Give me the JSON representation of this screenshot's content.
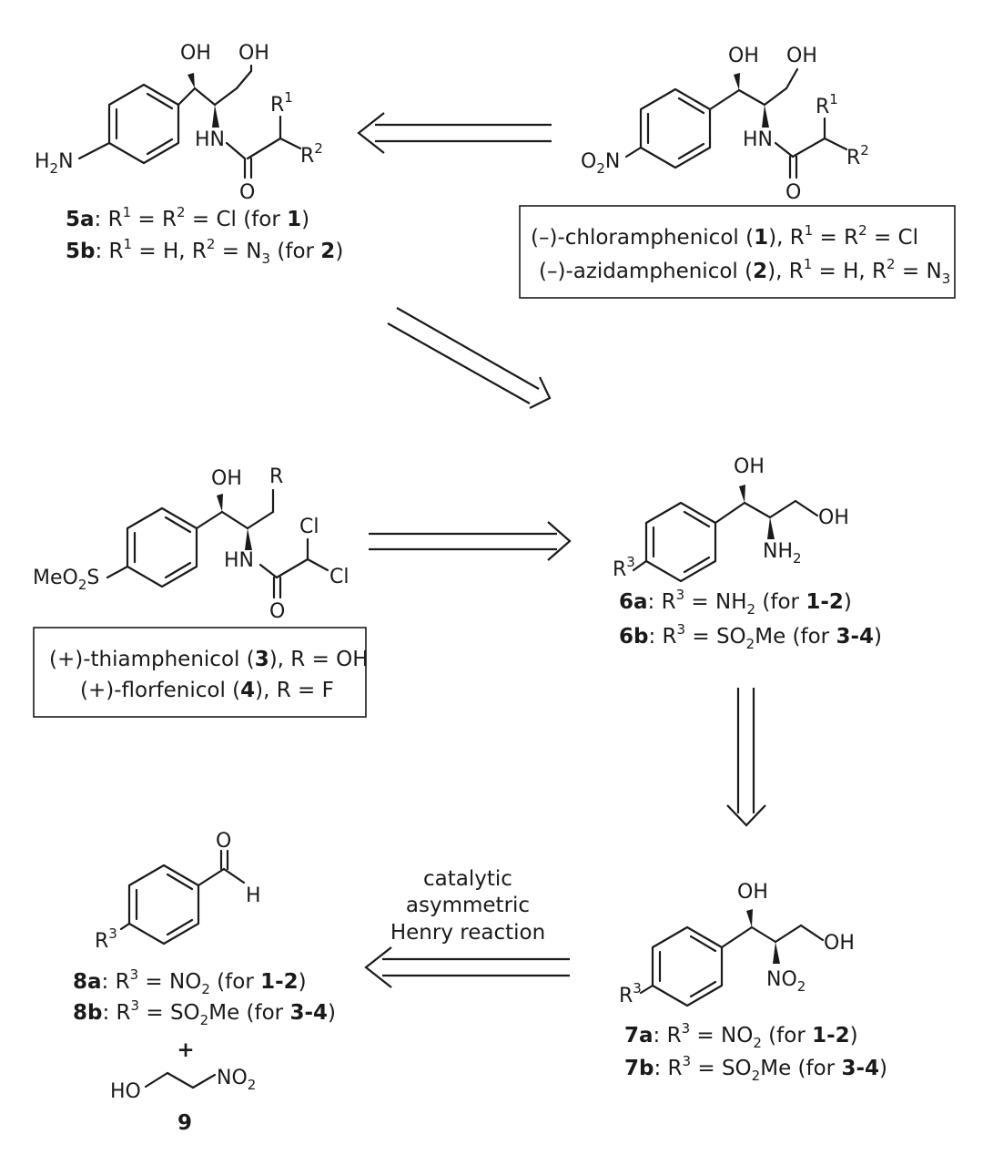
{
  "structures": {
    "s5": {
      "oh1": "OH",
      "oh2": "OH",
      "nh2": "H",
      "nh2_n": "N",
      "nh2_sub": "2",
      "hn": "HN",
      "o": "O",
      "r1": "R",
      "r1_sup": "1",
      "r2": "R",
      "r2_sup": "2",
      "line_a": {
        "id": "5a",
        "t1": ": R",
        "s1": "1",
        "t2": " = R",
        "s2": "2",
        "t3": " = Cl (for ",
        "ref": "1",
        "t4": ")"
      },
      "line_b": {
        "id": "5b",
        "t1": ": R",
        "s1": "1",
        "t2": " = H, R",
        "s2": "2",
        "t3": " = N",
        "sub": "3",
        "t4": " (for ",
        "ref": "2",
        "t5": ")"
      }
    },
    "s1": {
      "oh1": "OH",
      "oh2": "OH",
      "o2n_o": "O",
      "o2n_sub": "2",
      "o2n_n": "N",
      "hn": "HN",
      "o": "O",
      "r1": "R",
      "r1_sup": "1",
      "r2": "R",
      "r2_sup": "2",
      "box_line1": {
        "t1": "(–)-chloramphenicol (",
        "ref": "1",
        "t2": "),  R",
        "s1": "1",
        "t3": " = R",
        "s2": "2",
        "t4": " = Cl"
      },
      "box_line2": {
        "t1": "(–)-azidamphenicol (",
        "ref": "2",
        "t2": "), R",
        "s1": "1",
        "t3": " = H, R",
        "s2": "2",
        "t4": " = N",
        "sub": "3"
      }
    },
    "s3": {
      "oh": "OH",
      "r": "R",
      "cl1": "Cl",
      "cl2": "Cl",
      "meo2s_a": "MeO",
      "meo2s_sub": "2",
      "meo2s_b": "S",
      "hn": "HN",
      "o": "O",
      "box_line1": {
        "t1": "(+)-thiamphenicol (",
        "ref": "3",
        "t2": "), R = OH"
      },
      "box_line2": {
        "t1": "(+)-florfenicol (",
        "ref": "4",
        "t2": "), R = F"
      }
    },
    "s6": {
      "oh1": "OH",
      "oh2": "OH",
      "nh": "NH",
      "nh_sub": "2",
      "r3": "R",
      "r3_sup": "3",
      "line_a": {
        "id": "6a",
        "t1": ": R",
        "s1": "3",
        "t2": " = NH",
        "sub": "2",
        "t3": " (for ",
        "ref": "1-2",
        "t4": ")"
      },
      "line_b": {
        "id": "6b",
        "t1": ": R",
        "s1": "3",
        "t2": " = SO",
        "sub": "2",
        "t3": "Me (for ",
        "ref": "3-4",
        "t4": ")"
      }
    },
    "s7": {
      "oh1": "OH",
      "oh2": "OH",
      "no": "NO",
      "no_sub": "2",
      "r3": "R",
      "r3_sup": "3",
      "line_a": {
        "id": "7a",
        "t1": ": R",
        "s1": "3",
        "t2": " = NO",
        "sub": "2",
        "t3": " (for ",
        "ref": "1-2",
        "t4": ")"
      },
      "line_b": {
        "id": "7b",
        "t1": ": R",
        "s1": "3",
        "t2": " = SO",
        "sub": "2",
        "t3": "Me (for ",
        "ref": "3-4",
        "t4": ")"
      }
    },
    "s8": {
      "o": "O",
      "h": "H",
      "r3": "R",
      "r3_sup": "3",
      "line_a": {
        "id": "8a",
        "t1": ": R",
        "s1": "3",
        "t2": " = NO",
        "sub": "2",
        "t3": " (for ",
        "ref": "1-2",
        "t4": ")"
      },
      "line_b": {
        "id": "8b",
        "t1": ": R",
        "s1": "3",
        "t2": " = SO",
        "sub": "2",
        "t3": "Me (for ",
        "ref": "3-4",
        "t4": ")"
      },
      "plus": "+"
    },
    "s9": {
      "ho": "HO",
      "no": "NO",
      "no_sub": "2",
      "id": "9"
    }
  },
  "arrows": {
    "henry": {
      "line1": "catalytic",
      "line2": "asymmetric",
      "line3": "Henry reaction"
    }
  }
}
